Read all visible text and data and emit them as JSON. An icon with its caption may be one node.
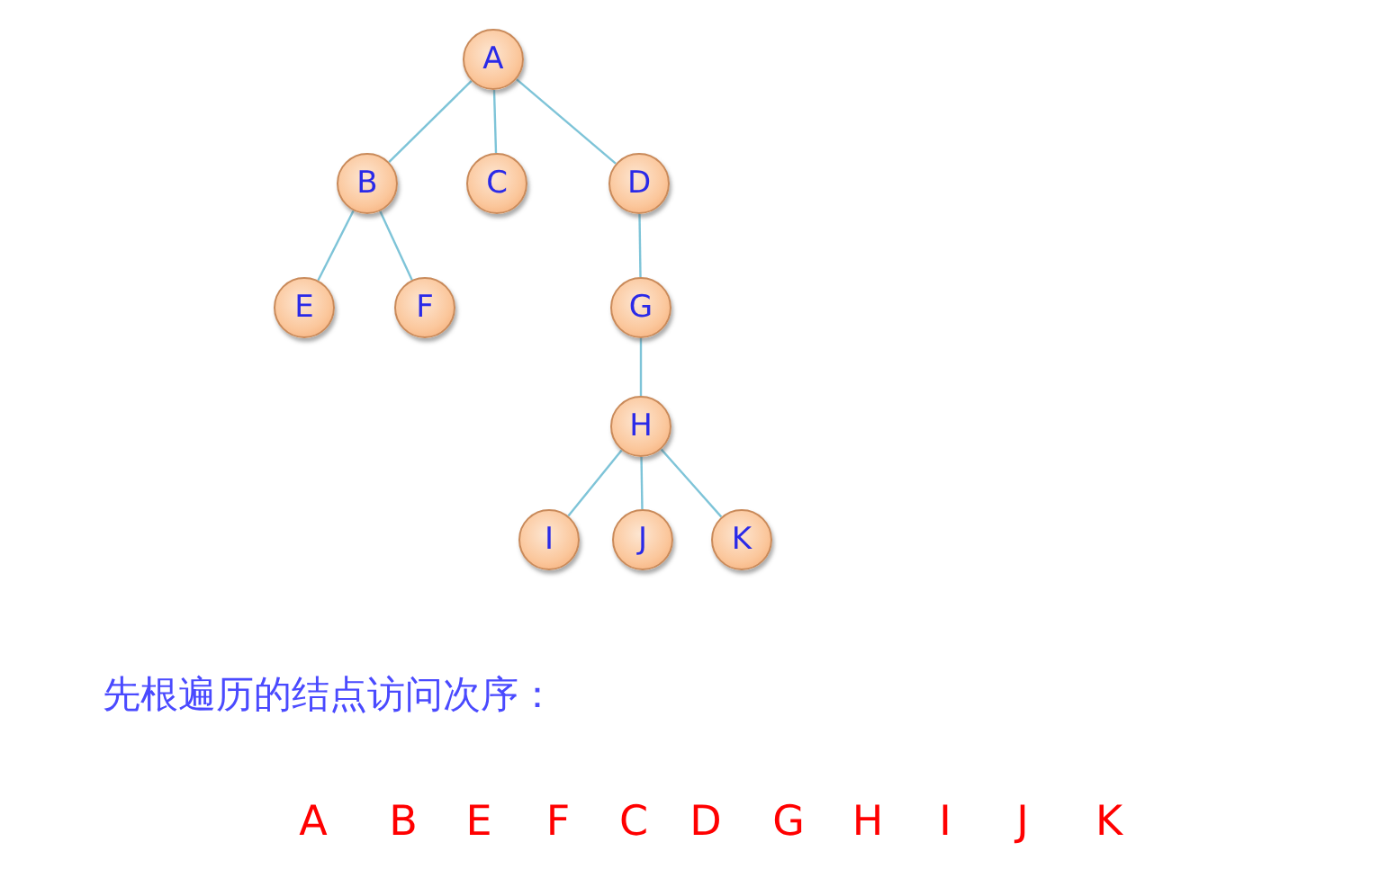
{
  "diagram": {
    "nodes": [
      {
        "text": [
          "A"
        ]
      },
      {
        "text": [
          "B"
        ]
      },
      {
        "text": [
          "C"
        ]
      },
      {
        "text": [
          "D"
        ]
      },
      {
        "text": [
          "E"
        ]
      },
      {
        "text": [
          "F"
        ]
      },
      {
        "text": [
          "G"
        ]
      },
      {
        "text": [
          "H"
        ]
      },
      {
        "text": [
          "I"
        ]
      },
      {
        "text": [
          "J"
        ]
      },
      {
        "text": [
          "K"
        ]
      }
    ],
    "edges": [
      {
        "from": 0,
        "to": 1,
        "arrow": "none"
      },
      {
        "from": 0,
        "to": 2,
        "arrow": "none"
      },
      {
        "from": 0,
        "to": 3,
        "arrow": "none"
      },
      {
        "from": 1,
        "to": 4,
        "arrow": "none"
      },
      {
        "from": 1,
        "to": 5,
        "arrow": "none"
      },
      {
        "from": 3,
        "to": 6,
        "arrow": "none"
      },
      {
        "from": 6,
        "to": 7,
        "arrow": "none"
      },
      {
        "from": 7,
        "to": 8,
        "arrow": "none"
      },
      {
        "from": 7,
        "to": 9,
        "arrow": "none"
      },
      {
        "from": 7,
        "to": 10,
        "arrow": "none"
      }
    ],
    "labels": [
      "先根遍历的结点访问次序：",
      "A",
      "B",
      "E",
      "F",
      "C",
      "D",
      "G",
      "H",
      "I",
      "J",
      "K"
    ]
  }
}
